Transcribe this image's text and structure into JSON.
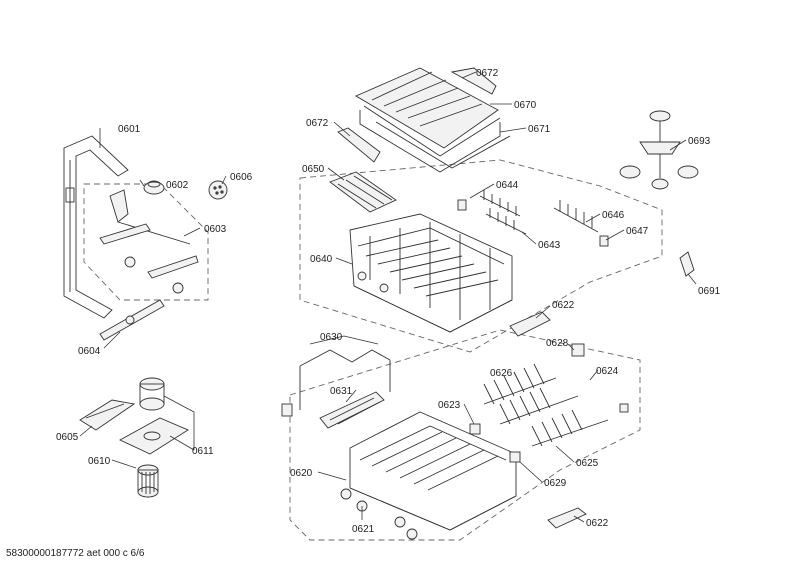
{
  "labels": {
    "l0672a": "0672",
    "l0670": "0670",
    "l0672b": "0672",
    "l0671": "0671",
    "l0693": "0693",
    "l0601": "0601",
    "l0602": "0602",
    "l0606": "0606",
    "l0603": "0603",
    "l0650": "0650",
    "l0644": "0644",
    "l0646": "0646",
    "l0647": "0647",
    "l0643": "0643",
    "l0640": "0640",
    "l0691": "0691",
    "l0622a": "0622",
    "l0604": "0604",
    "l0630": "0630",
    "l0628": "0628",
    "l0626": "0626",
    "l0624": "0624",
    "l0631": "0631",
    "l0605": "0605",
    "l0623": "0623",
    "l0611": "0611",
    "l0610": "0610",
    "l0625": "0625",
    "l0620": "0620",
    "l0629": "0629",
    "l0621": "0621",
    "l0622b": "0622"
  },
  "footer": "58300000187772 aet 000 c 6/6"
}
